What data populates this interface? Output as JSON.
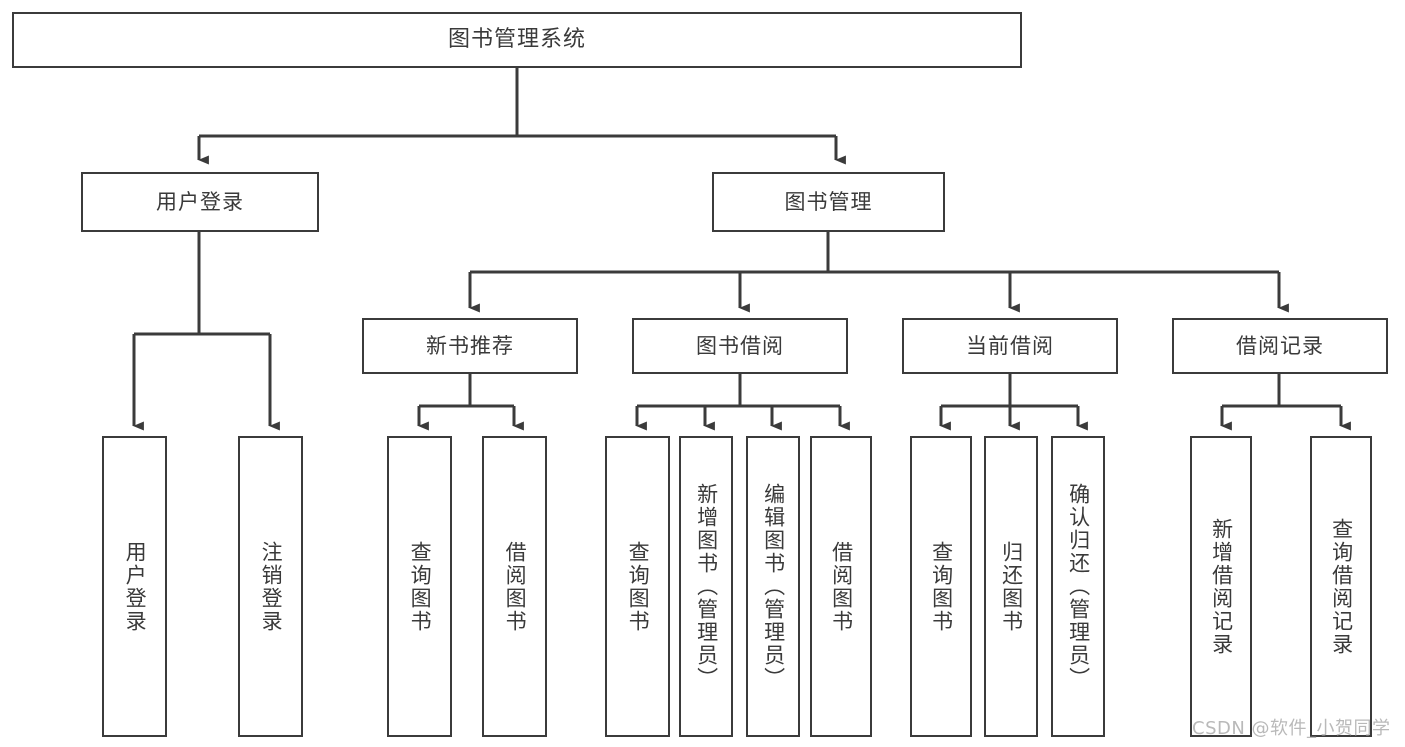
{
  "diagram": {
    "type": "hierarchy-tree",
    "title": "图书管理系统",
    "orientation": "top-down",
    "line_color": "#3b3b3b",
    "box_fill": "#ffffff",
    "text_color": "#3a3a3a",
    "background": "#ffffff",
    "nodes": {
      "root": {
        "label": "图书管理系统"
      },
      "level2": [
        {
          "id": "user-login",
          "label": "用户登录"
        },
        {
          "id": "book-manage",
          "label": "图书管理"
        }
      ],
      "level3": [
        {
          "id": "new-book-rec",
          "label": "新书推荐"
        },
        {
          "id": "book-borrow",
          "label": "图书借阅"
        },
        {
          "id": "current-borrow",
          "label": "当前借阅"
        },
        {
          "id": "borrow-record",
          "label": "借阅记录"
        }
      ],
      "leaves": [
        {
          "id": "leaf-user-login",
          "label": "用户登录",
          "parent": "user-login"
        },
        {
          "id": "leaf-logout",
          "label": "注销登录",
          "parent": "user-login"
        },
        {
          "id": "leaf-query-book-1",
          "label": "查询图书",
          "parent": "new-book-rec"
        },
        {
          "id": "leaf-borrow-book-1",
          "label": "借阅图书",
          "parent": "new-book-rec"
        },
        {
          "id": "leaf-query-book-2",
          "label": "查询图书",
          "parent": "book-borrow"
        },
        {
          "id": "leaf-add-book",
          "label": "新增图书（管理员）",
          "parent": "book-borrow"
        },
        {
          "id": "leaf-edit-book",
          "label": "编辑图书（管理员）",
          "parent": "book-borrow"
        },
        {
          "id": "leaf-borrow-book-2",
          "label": "借阅图书",
          "parent": "book-borrow"
        },
        {
          "id": "leaf-query-book-3",
          "label": "查询图书",
          "parent": "current-borrow"
        },
        {
          "id": "leaf-return-book",
          "label": "归还图书",
          "parent": "current-borrow"
        },
        {
          "id": "leaf-confirm-return",
          "label": "确认归还（管理员）",
          "parent": "current-borrow"
        },
        {
          "id": "leaf-add-record",
          "label": "新增借阅记录",
          "parent": "borrow-record"
        },
        {
          "id": "leaf-query-record",
          "label": "查询借阅记录",
          "parent": "borrow-record"
        }
      ]
    }
  },
  "watermark": {
    "text": "CSDN @软件_小贺同学"
  }
}
